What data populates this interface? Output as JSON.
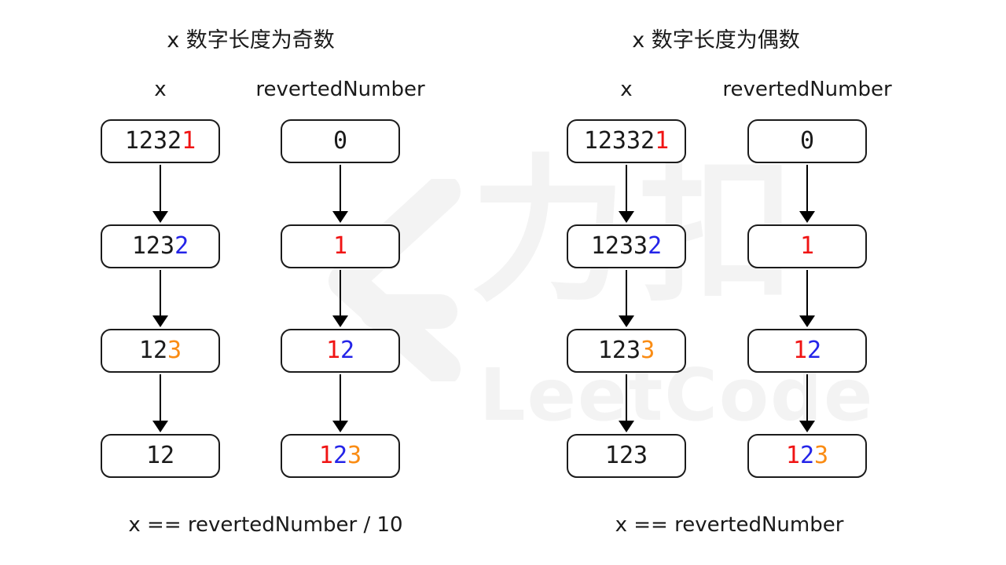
{
  "colors": {
    "black": "#1a1a1a",
    "red": "#f01414",
    "blue": "#2424e8",
    "orange": "#fa8c14"
  },
  "watermark": {
    "cn": "力扣",
    "en": "LeetCode",
    "icon": "leetcode-logo-icon"
  },
  "sections": [
    {
      "title": "x 数字长度为奇数",
      "caption": "x == revertedNumber / 10",
      "columns": [
        {
          "header": "x",
          "boxes": [
            [
              {
                "t": "1232",
                "c": "black"
              },
              {
                "t": "1",
                "c": "red"
              }
            ],
            [
              {
                "t": "123",
                "c": "black"
              },
              {
                "t": "2",
                "c": "blue"
              }
            ],
            [
              {
                "t": "12",
                "c": "black"
              },
              {
                "t": "3",
                "c": "orange"
              }
            ],
            [
              {
                "t": "12",
                "c": "black"
              }
            ]
          ]
        },
        {
          "header": "revertedNumber",
          "boxes": [
            [
              {
                "t": "0",
                "c": "black"
              }
            ],
            [
              {
                "t": "1",
                "c": "red"
              }
            ],
            [
              {
                "t": "1",
                "c": "red"
              },
              {
                "t": "2",
                "c": "blue"
              }
            ],
            [
              {
                "t": "1",
                "c": "red"
              },
              {
                "t": "2",
                "c": "blue"
              },
              {
                "t": "3",
                "c": "orange"
              }
            ]
          ]
        }
      ]
    },
    {
      "title": "x 数字长度为偶数",
      "caption": "x == revertedNumber",
      "columns": [
        {
          "header": "x",
          "boxes": [
            [
              {
                "t": "12332",
                "c": "black"
              },
              {
                "t": "1",
                "c": "red"
              }
            ],
            [
              {
                "t": "1233",
                "c": "black"
              },
              {
                "t": "2",
                "c": "blue"
              }
            ],
            [
              {
                "t": "123",
                "c": "black"
              },
              {
                "t": "3",
                "c": "orange"
              }
            ],
            [
              {
                "t": "123",
                "c": "black"
              }
            ]
          ]
        },
        {
          "header": "revertedNumber",
          "boxes": [
            [
              {
                "t": "0",
                "c": "black"
              }
            ],
            [
              {
                "t": "1",
                "c": "red"
              }
            ],
            [
              {
                "t": "1",
                "c": "red"
              },
              {
                "t": "2",
                "c": "blue"
              }
            ],
            [
              {
                "t": "1",
                "c": "red"
              },
              {
                "t": "2",
                "c": "blue"
              },
              {
                "t": "3",
                "c": "orange"
              }
            ]
          ]
        }
      ]
    }
  ]
}
